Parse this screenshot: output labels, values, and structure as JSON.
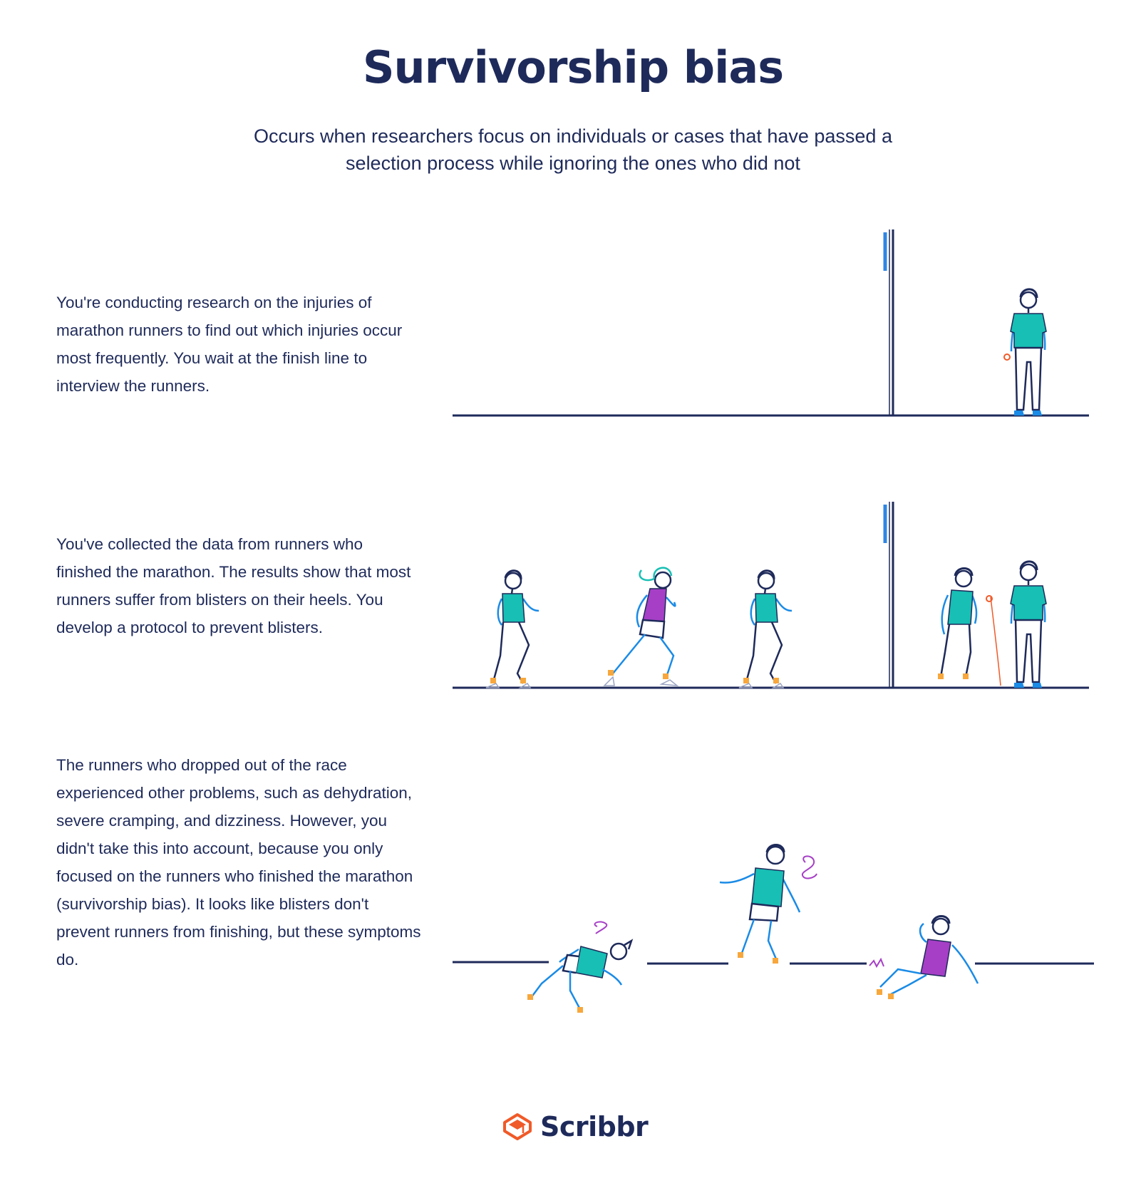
{
  "title": "Survivorship bias",
  "subtitle": "Occurs when researchers focus on individuals or cases that have passed a selection process while ignoring the ones who did not",
  "steps": [
    {
      "text": "You're conducting research on the injuries of marathon runners to find out which injuries occur most frequently. You wait at the finish line to interview the runners."
    },
    {
      "text": "You've collected the data from runners who finished the marathon. The results show that most runners suffer from blisters on their heels. You develop a protocol to prevent blisters."
    },
    {
      "text": "The runners who dropped out of the race experienced other problems, such as dehydration, severe cramping, and dizziness. However, you didn't take this into account, because you only focused on the runners who finished the marathon (survivorship bias). It looks like blisters don't prevent runners from finishing, but these symptoms do."
    }
  ],
  "brand": {
    "name": "Scribbr",
    "logo_icon": "graduation-cap-icon"
  },
  "colors": {
    "navy": "#1e2a5a",
    "teal": "#17bfb4",
    "purple": "#a63fc6",
    "orange": "#f7a73c",
    "blue": "#1a8be6",
    "line_blue": "#2f86e4",
    "brand_orange": "#f05a28"
  }
}
